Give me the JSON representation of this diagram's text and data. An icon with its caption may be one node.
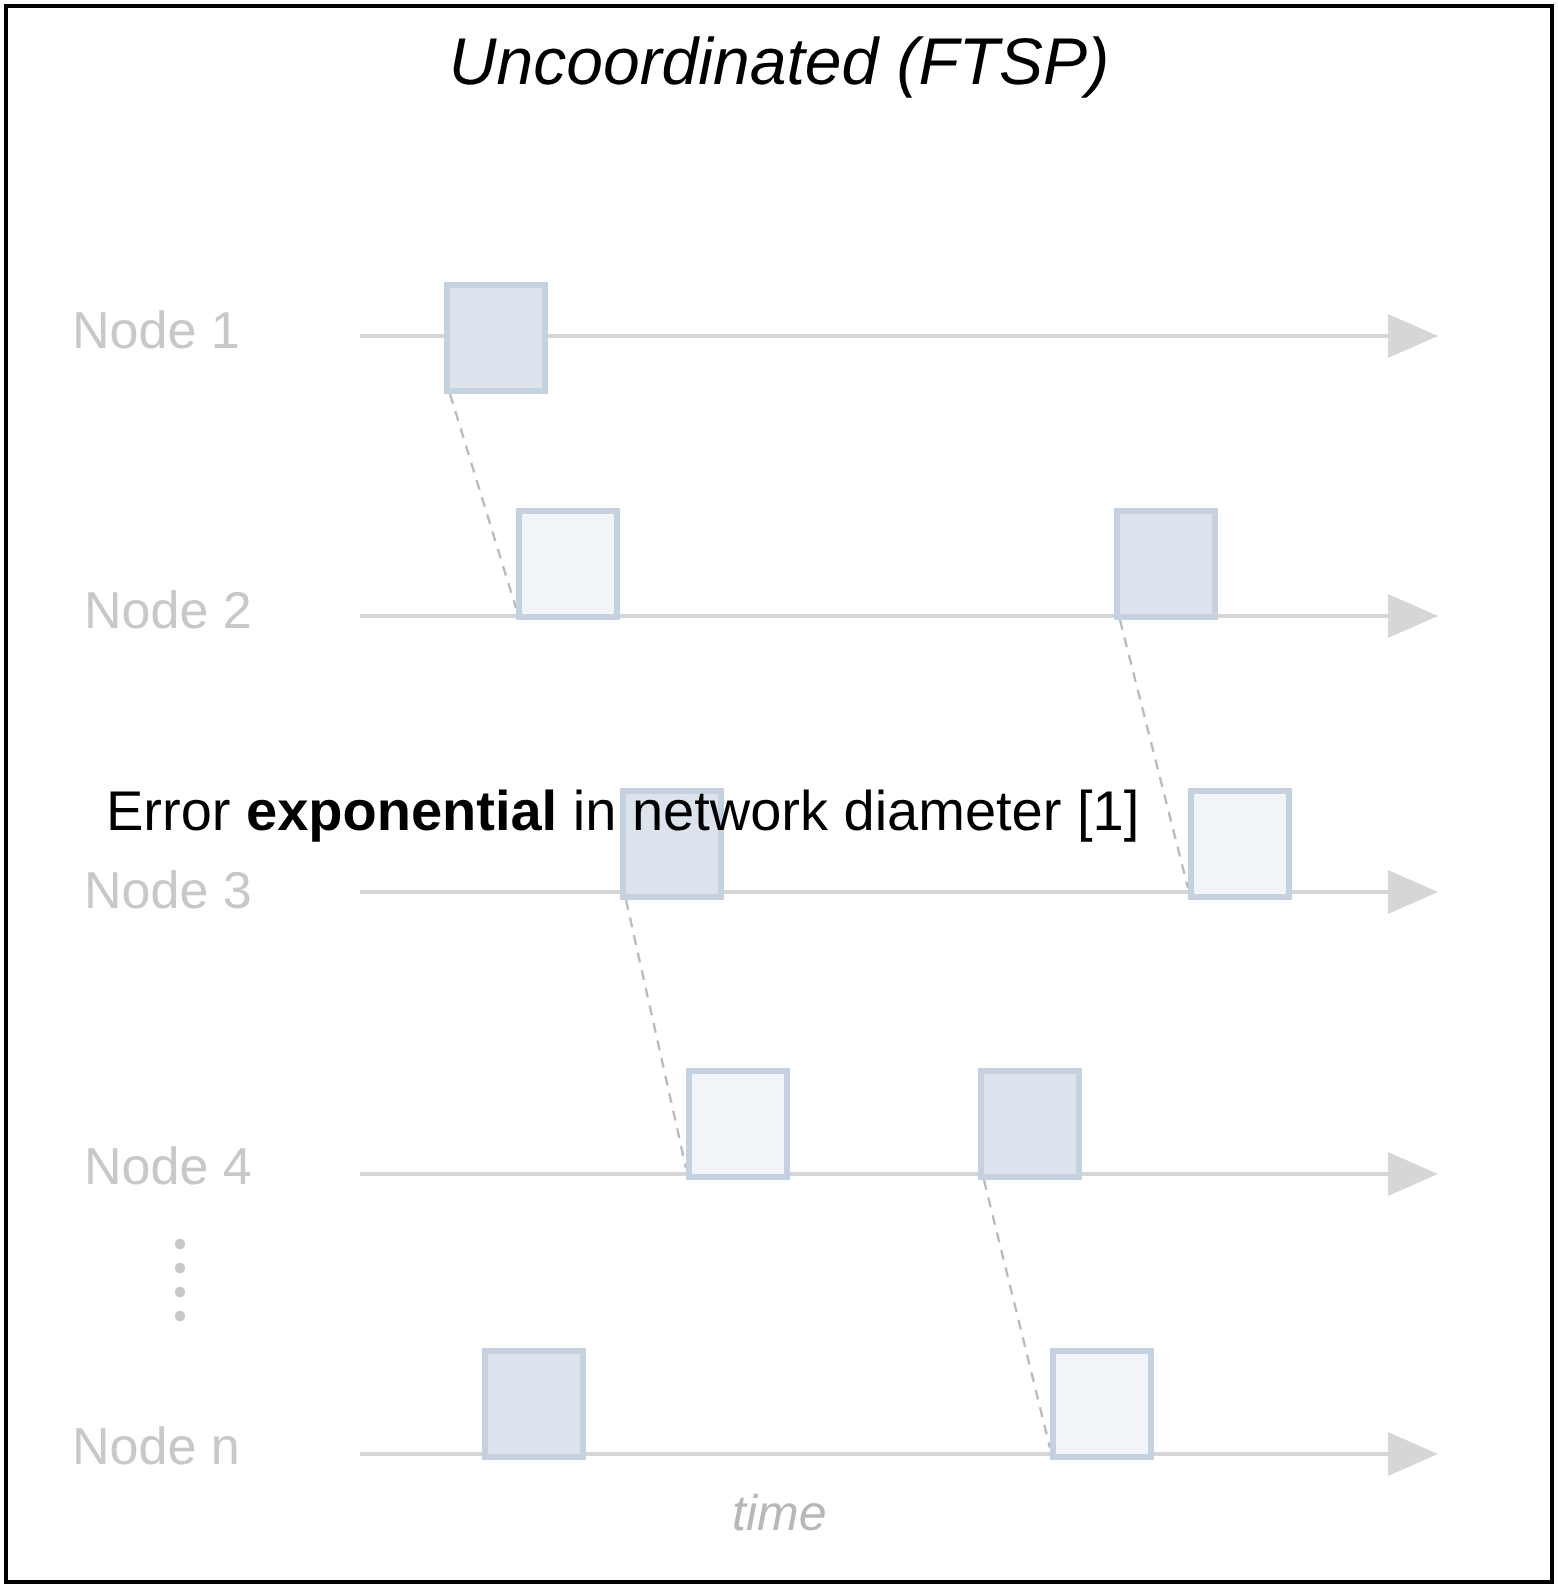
{
  "diagram": {
    "title": "Uncoordinated (FTSP)",
    "nodes": [
      {
        "text": [],
        "shape": "box"
      },
      {
        "text": [],
        "shape": "box"
      },
      {
        "text": [],
        "shape": "box"
      },
      {
        "text": [],
        "shape": "box"
      },
      {
        "text": [],
        "shape": "box"
      },
      {
        "text": [],
        "shape": "box"
      },
      {
        "text": [],
        "shape": "box"
      },
      {
        "text": [],
        "shape": "box"
      },
      {
        "text": [],
        "shape": "box"
      }
    ],
    "edges": [
      {
        "from": 0,
        "to": 1,
        "arrow": "none",
        "style": "dashed"
      },
      {
        "from": 2,
        "to": 4,
        "arrow": "none",
        "style": "dashed"
      },
      {
        "from": 3,
        "to": 5,
        "arrow": "none",
        "style": "dashed"
      },
      {
        "from": 6,
        "to": 8,
        "arrow": "none",
        "style": "dashed"
      }
    ],
    "labels": [
      "Node 1",
      "Node 2",
      "Node 3",
      "Error **exponential** in network diameter [1]",
      "Node 4",
      "Node n",
      "time"
    ]
  }
}
